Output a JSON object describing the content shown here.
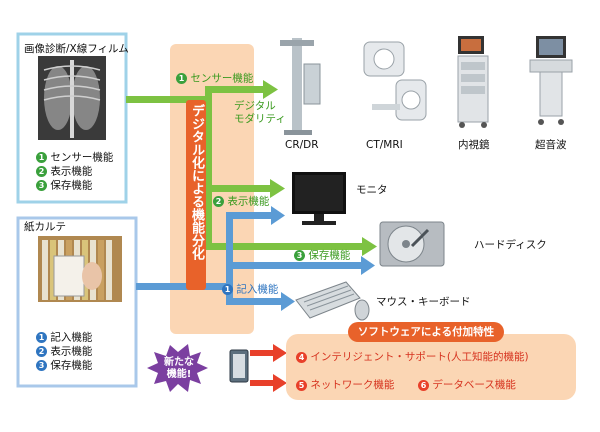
{
  "imaging": {
    "title": "画像診断/X線フィルム",
    "functions": [
      {
        "num": "1",
        "label": "センサー機能"
      },
      {
        "num": "2",
        "label": "表示機能"
      },
      {
        "num": "3",
        "label": "保存機能"
      }
    ]
  },
  "paper_chart": {
    "title": "紙カルテ",
    "functions": [
      {
        "num": "1",
        "label": "記入機能"
      },
      {
        "num": "2",
        "label": "表示機能"
      },
      {
        "num": "3",
        "label": "保存機能"
      }
    ]
  },
  "center_label": "デジタル化による機能分化",
  "arrows": {
    "sensor": {
      "num": "1",
      "label": "センサー機能"
    },
    "display": {
      "num": "2",
      "label": "表示機能"
    },
    "storage": {
      "num": "3",
      "label": "保存機能"
    },
    "input": {
      "num": "1",
      "label": "記入機能"
    }
  },
  "modality_label_1": "デジタル",
  "modality_label_2": "モダリティ",
  "devices": {
    "cr_dr": "CR/DR",
    "ct_mri": "CT/MRI",
    "endoscope": "内視鏡",
    "ultrasound": "超音波",
    "monitor": "モニタ",
    "hdd": "ハードディスク",
    "mouse_keyboard": "マウス・キーボード"
  },
  "new_function_1": "新たな",
  "new_function_2": "機能!",
  "software": {
    "title": "ソフトウェアによる付加特性",
    "items": [
      {
        "num": "4",
        "label": "インテリジェント・サポート(人工知能的機能)"
      },
      {
        "num": "5",
        "label": "ネットワーク機能"
      },
      {
        "num": "6",
        "label": "データベース機能"
      }
    ]
  },
  "colors": {
    "green": "#7dc242",
    "blue": "#5b9bd5",
    "orange": "#e8622a",
    "band": "#fbd6b4"
  }
}
